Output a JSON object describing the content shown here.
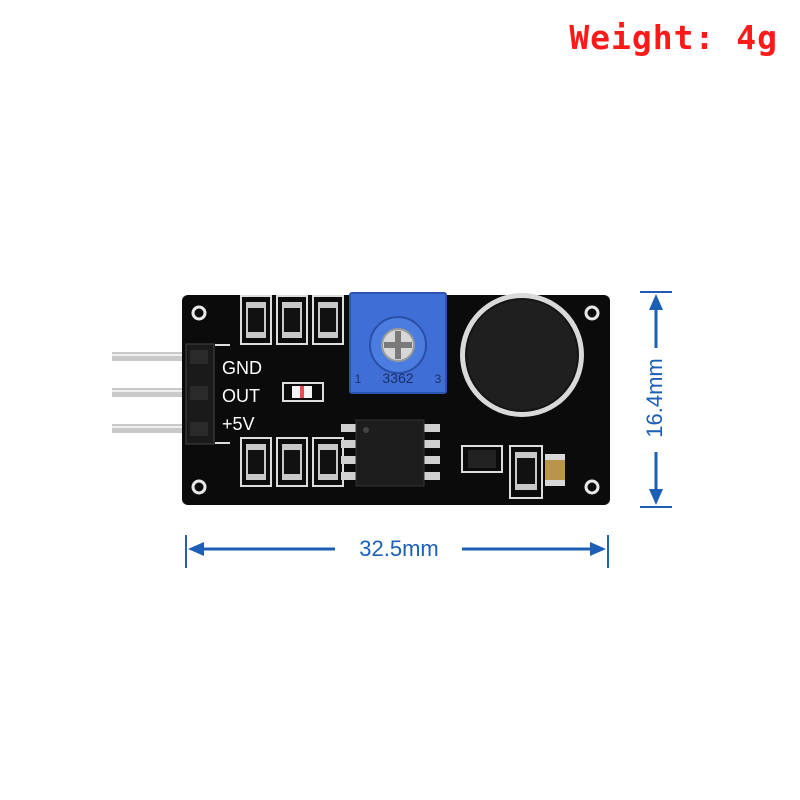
{
  "weight_label": "Weight: 4g",
  "dimensions": {
    "width_label": "32.5mm",
    "height_label": "16.4mm"
  },
  "board": {
    "pins": [
      "GND",
      "OUT",
      "+5V"
    ],
    "potentiometer_label": "3362",
    "pot_pin_left": "1",
    "pot_pin_right": "3"
  },
  "colors": {
    "weight_text": "#ff1a1a",
    "dimension_lines": "#1c5fb4",
    "pcb": "#0b0b0b",
    "potentiometer": "#3f6fd6"
  }
}
